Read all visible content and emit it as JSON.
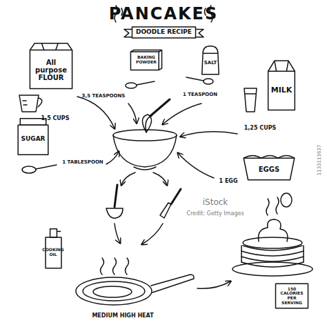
{
  "diagram": {
    "title": "PANCAKES",
    "nodes": [
      {
        "text": [
          "DOODLE RECIPE"
        ]
      },
      {
        "text": [
          "All purpose FLOUR"
        ]
      },
      {
        "text": [
          "BAKING POWDER"
        ]
      },
      {
        "text": [
          "SALT"
        ]
      },
      {
        "text": [
          "MILK"
        ]
      },
      {
        "text": [
          "SUGAR"
        ]
      },
      {
        "text": [
          "EGGS"
        ]
      },
      {
        "text": [
          "COOKING OIL"
        ]
      },
      {
        "text": [
          "150 CALORIES PER SERVING"
        ]
      }
    ],
    "labels": [
      "1,5 CUPS",
      "3,5 TEASPOONS",
      "1 TEASPOON",
      "1,25 CUPS",
      "1 TABLESPOON",
      "1 EGG",
      "MEDIUM HIGH HEAT",
      "iStock",
      "Credit: Getty Images",
      "1133113637"
    ]
  }
}
